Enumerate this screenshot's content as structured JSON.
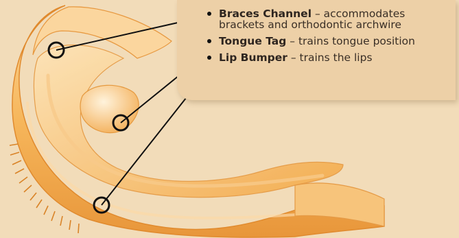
{
  "callouts": [
    {
      "title": "Braces Channel",
      "separator": " – ",
      "description": "accommodates brackets and orthodontic archwire"
    },
    {
      "title": "Tongue Tag",
      "separator": " – ",
      "description": "trains tongue position"
    },
    {
      "title": "Lip Bumper",
      "separator": " – ",
      "description": "trains the lips"
    }
  ],
  "colors": {
    "background": "#f2dcb9",
    "callout_box": "#edd0a7",
    "appliance": "#f6b65b",
    "leader_line": "#111111",
    "text": "#3a2f26"
  }
}
